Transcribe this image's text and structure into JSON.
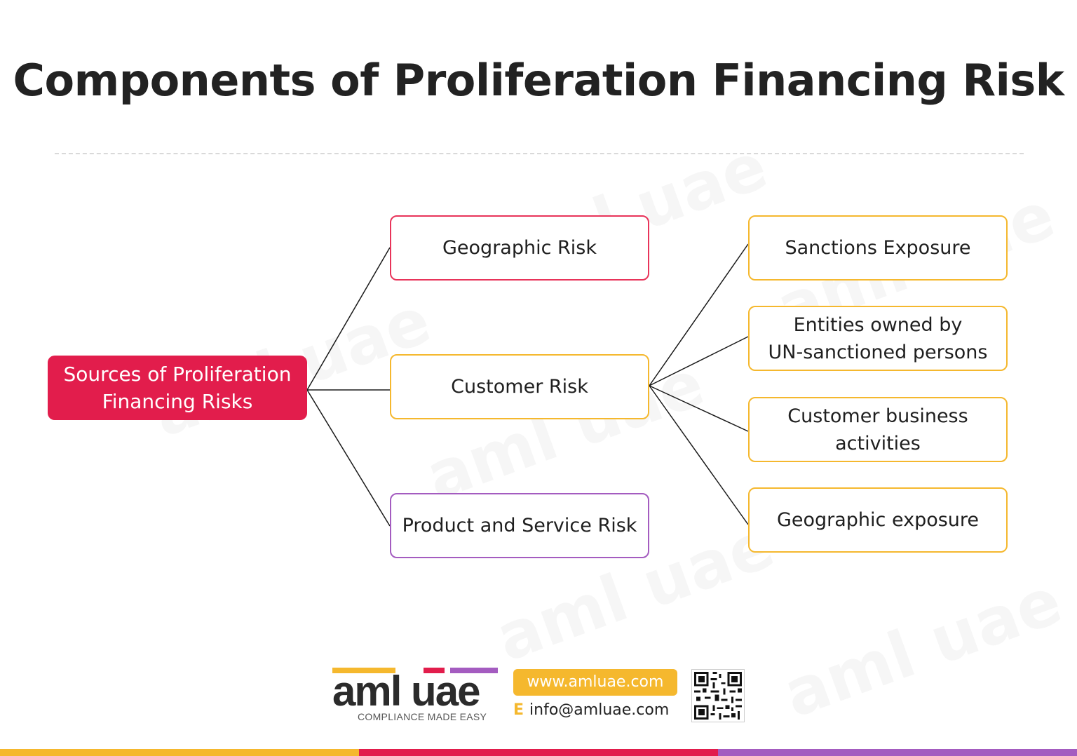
{
  "title": "Components of Proliferation Financing Risk",
  "root": {
    "line1": "Sources of Proliferation",
    "line2": "Financing Risks"
  },
  "level1": [
    {
      "label": "Geographic Risk"
    },
    {
      "label": "Customer Risk"
    },
    {
      "label": "Product and Service Risk"
    }
  ],
  "customer_children": [
    {
      "line1": "Sanctions Exposure",
      "line2": ""
    },
    {
      "line1": "Entities owned by",
      "line2": "UN-sanctioned persons"
    },
    {
      "line1": "Customer business",
      "line2": "activities"
    },
    {
      "line1": "Geographic exposure",
      "line2": ""
    }
  ],
  "footer": {
    "logo_text": "aml uae",
    "logo_tagline": "COMPLIANCE MADE EASY",
    "website": "www.amluae.com",
    "email_prefix": "E",
    "email": "info@amluae.com"
  },
  "watermark_text": "aml uae",
  "colors": {
    "root_fill": "#e21d4c",
    "geographic_border": "#e8345a",
    "customer_border": "#f5b82e",
    "product_border": "#a45cc0",
    "brand_yellow": "#f5b82e",
    "brand_red": "#e21d4c",
    "brand_purple": "#a45cc0"
  },
  "icons": [
    "qr-code-icon"
  ]
}
